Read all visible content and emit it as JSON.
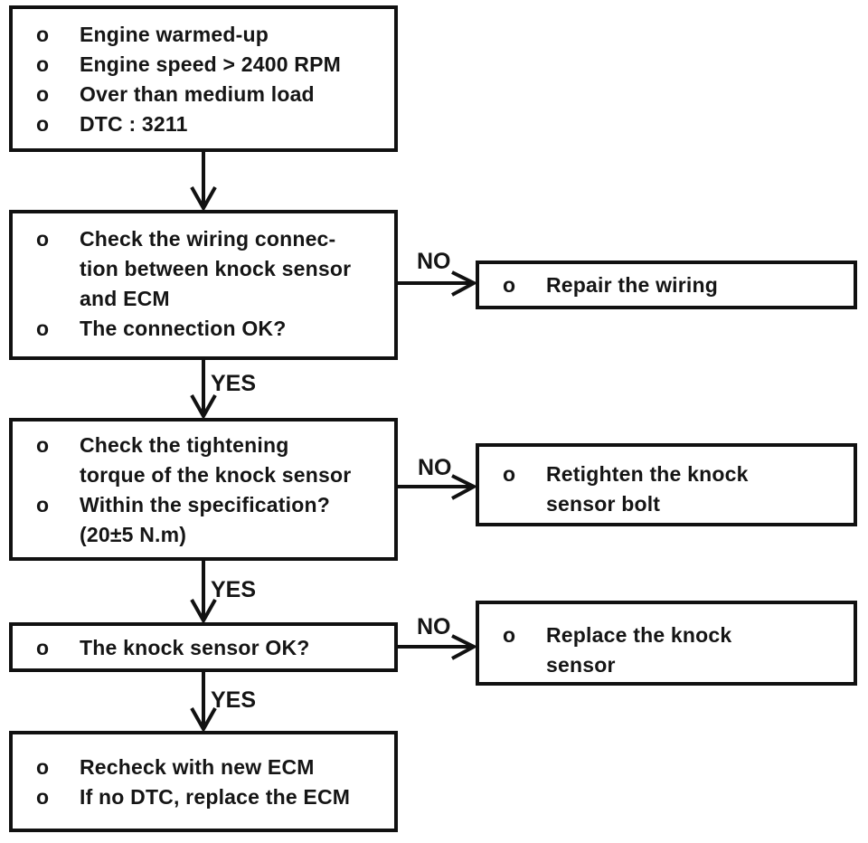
{
  "page": {
    "background_color": "#ffffff",
    "ink_color": "#111111"
  },
  "flowchart": {
    "bullet": "o",
    "labels": {
      "yes": "YES",
      "no": "NO"
    },
    "left_boxes": [
      {
        "id": "start-conditions",
        "items": [
          {
            "text": "Engine warmed-up"
          },
          {
            "text": "Engine speed > 2400 RPM"
          },
          {
            "text": "Over than medium load"
          },
          {
            "text": "DTC : 3211"
          }
        ]
      },
      {
        "id": "check-wiring-connection",
        "items": [
          {
            "text": "Check the wiring connec-\ntion between knock sensor\nand ECM"
          },
          {
            "text": "The connection OK?"
          }
        ]
      },
      {
        "id": "check-tightening-torque",
        "items": [
          {
            "text": "Check the tightening\ntorque of the knock sensor"
          },
          {
            "text": "Within the specification?\n(20±5 N.m)"
          }
        ]
      },
      {
        "id": "knock-sensor-ok",
        "items": [
          {
            "text": "The knock sensor OK?"
          }
        ]
      },
      {
        "id": "recheck-ecm",
        "items": [
          {
            "text": "Recheck with new ECM"
          },
          {
            "text": "If no DTC, replace the ECM"
          }
        ]
      }
    ],
    "right_boxes": [
      {
        "id": "repair-wiring",
        "items": [
          {
            "text": "Repair the wiring"
          }
        ]
      },
      {
        "id": "retighten-bolt",
        "items": [
          {
            "text": "Retighten the knock\nsensor bolt"
          }
        ]
      },
      {
        "id": "replace-sensor",
        "items": [
          {
            "text": "Replace the knock\nsensor"
          }
        ]
      }
    ]
  }
}
